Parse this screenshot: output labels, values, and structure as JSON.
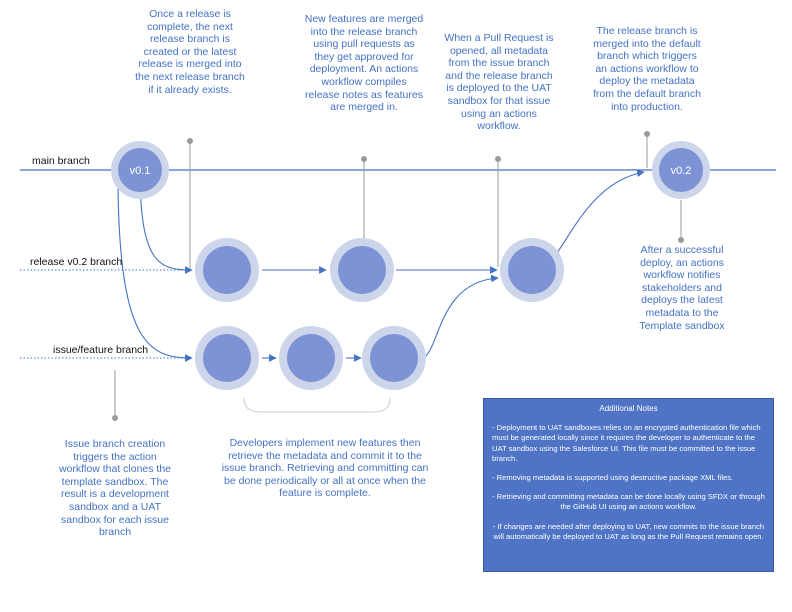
{
  "branches": {
    "main": "main branch",
    "release": "release v0.2 branch",
    "issue": "issue/feature branch"
  },
  "nodes": {
    "v01": "v0.1",
    "v02": "v0.2"
  },
  "notes": {
    "release_complete": "Once a release is complete, the next release branch is created or the latest release is merged into the next release branch if it already exists.",
    "new_features": "New features are merged into the release branch using pull requests as they get approved for deployment. An actions workflow compiles release notes as features are merged in.",
    "pull_request": "When a Pull Request is opened, all metadata from the issue branch and the release branch is deployed to the UAT sandbox for that issue using an actions workflow.",
    "release_merged": "The release branch is merged into the default branch which triggers an actions workflow to deploy the metadata from the default branch into production.",
    "successful_deploy": "After a successful deploy, an actions workflow notifies stakeholders and deploys the latest metadata to the Template sandbox",
    "issue_creation": "Issue branch creation triggers the action workflow that clones the template sandbox. The result is a development sandbox and a UAT sandbox for each issue branch",
    "developers": "Developers implement new features then retrieve the metadata and commit it to the issue branch. Retrieving and committing can be done periodically or all at once when the feature is complete."
  },
  "additional_notes": {
    "title": "Additional Notes",
    "items": [
      "- Deployment to UAT sandboxes relies on an encrypted authentication file which must be generated locally since it requires the developer to authenticate to the UAT sandbox using the Salesforce UI. This file must be committed to the issue branch.",
      "- Removing metadata is supported using destructive package XML files.",
      "- Retrieving and committing metadata can be done locally using SFDX or through the GitHub UI using an actions workflow.",
      "- If changes are needed after deploying to UAT, new commits to the issue branch will automatically be deployed to UAT as long as the Pull Request remains open."
    ]
  },
  "colors": {
    "line": "#4472C4",
    "node_fill": "#7E93D6",
    "node_ring": "#CDD5EA",
    "connector": "#9A9A9A",
    "box_fill": "#4F74C6"
  }
}
